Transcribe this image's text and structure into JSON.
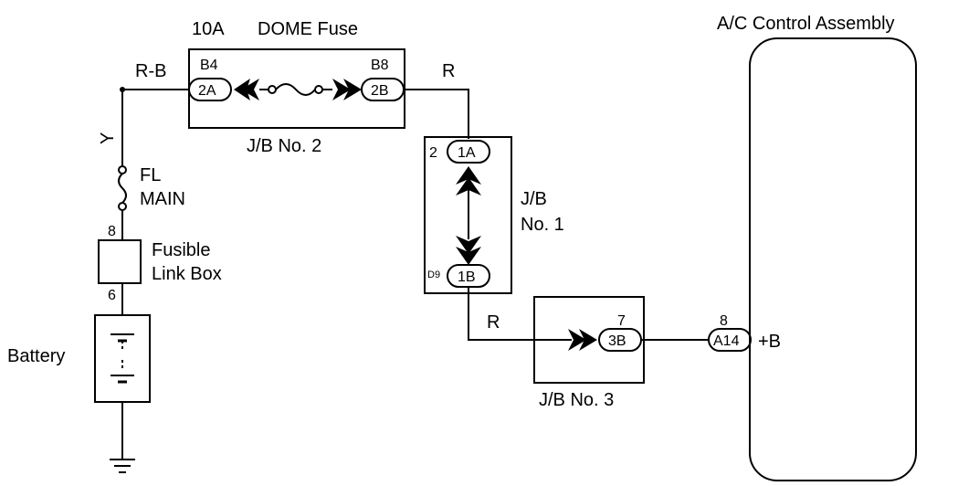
{
  "fuse": {
    "rating": "10A",
    "name": "DOME Fuse"
  },
  "wires": {
    "rb": "R-B",
    "r_top": "R",
    "y": "Y",
    "r_bottom": "R"
  },
  "jb2": {
    "label": "J/B No. 2",
    "left_cavity": "B4",
    "left_pin": "2A",
    "right_cavity": "B8",
    "right_pin": "2B"
  },
  "jb1": {
    "label_line1": "J/B",
    "label_line2": "No. 1",
    "top_num": "2",
    "top_pin": "1A",
    "bottom_cavity": "D9",
    "bottom_pin": "1B"
  },
  "jb3": {
    "label": "J/B No. 3",
    "num": "7",
    "pin": "3B"
  },
  "fl": {
    "line1": "FL",
    "line2": "MAIN"
  },
  "fusible": {
    "line1": "Fusible",
    "line2": "Link Box",
    "pin_top": "8",
    "pin_bottom": "6"
  },
  "battery": {
    "label": "Battery"
  },
  "ac": {
    "title": "A/C Control Assembly",
    "connector_num": "8",
    "connector": "A14",
    "terminal": "+B"
  }
}
